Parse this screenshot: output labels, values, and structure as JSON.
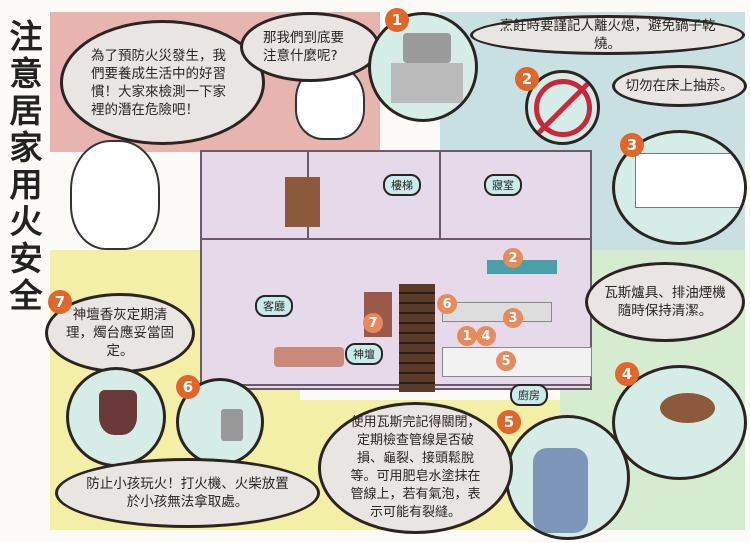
{
  "title": "注意居家用火安全",
  "colors": {
    "pink": "#e7b4b0",
    "teal": "#c9e0e2",
    "yellow": "#f3efa6",
    "green": "#d5ecd0",
    "house": "#e6d9ea",
    "marker": "#e2662a"
  },
  "intro": {
    "bear_speech": "為了預防火災發生，我們要養成生活中的好習慣！大家來檢測一下家裡的潛在危險吧！",
    "girl_bear_speech": "那我們到底要注意什麼呢?"
  },
  "tips": [
    {
      "number": "1",
      "text": "烹飪時要謹記人離火熄，避免鍋子乾燒。",
      "icon": "pot-on-stove-icon"
    },
    {
      "number": "2",
      "text": "切勿在床上抽菸。",
      "icon": "no-smoking-icon"
    },
    {
      "number": "3",
      "text": "",
      "icon": "range-hood-icon"
    },
    {
      "number": "4",
      "text": "瓦斯爐具、排油煙機隨時保持清潔。",
      "icon": "gas-stove-icon"
    },
    {
      "number": "5",
      "text": "使用瓦斯完記得關閉，定期檢查管線是否破損、龜裂、接頭鬆脫等。可用肥皂水塗抹在管線上，若有氣泡，表示可能有裂縫。",
      "icon": "gas-cylinder-icon"
    },
    {
      "number": "6",
      "text": "防止小孩玩火！打火機、火柴放置於小孩無法拿取處。",
      "icon": "matches-lighter-icon"
    },
    {
      "number": "7",
      "text": "神壇香灰定期清理，燭台應妥當固定。",
      "icon": "altar-candles-icon"
    }
  ],
  "house": {
    "rooms": [
      "樓梯",
      "寢室",
      "客廳",
      "神壇",
      "廚房"
    ],
    "markers": [
      "2",
      "6",
      "3",
      "1",
      "4",
      "5",
      "7"
    ]
  }
}
